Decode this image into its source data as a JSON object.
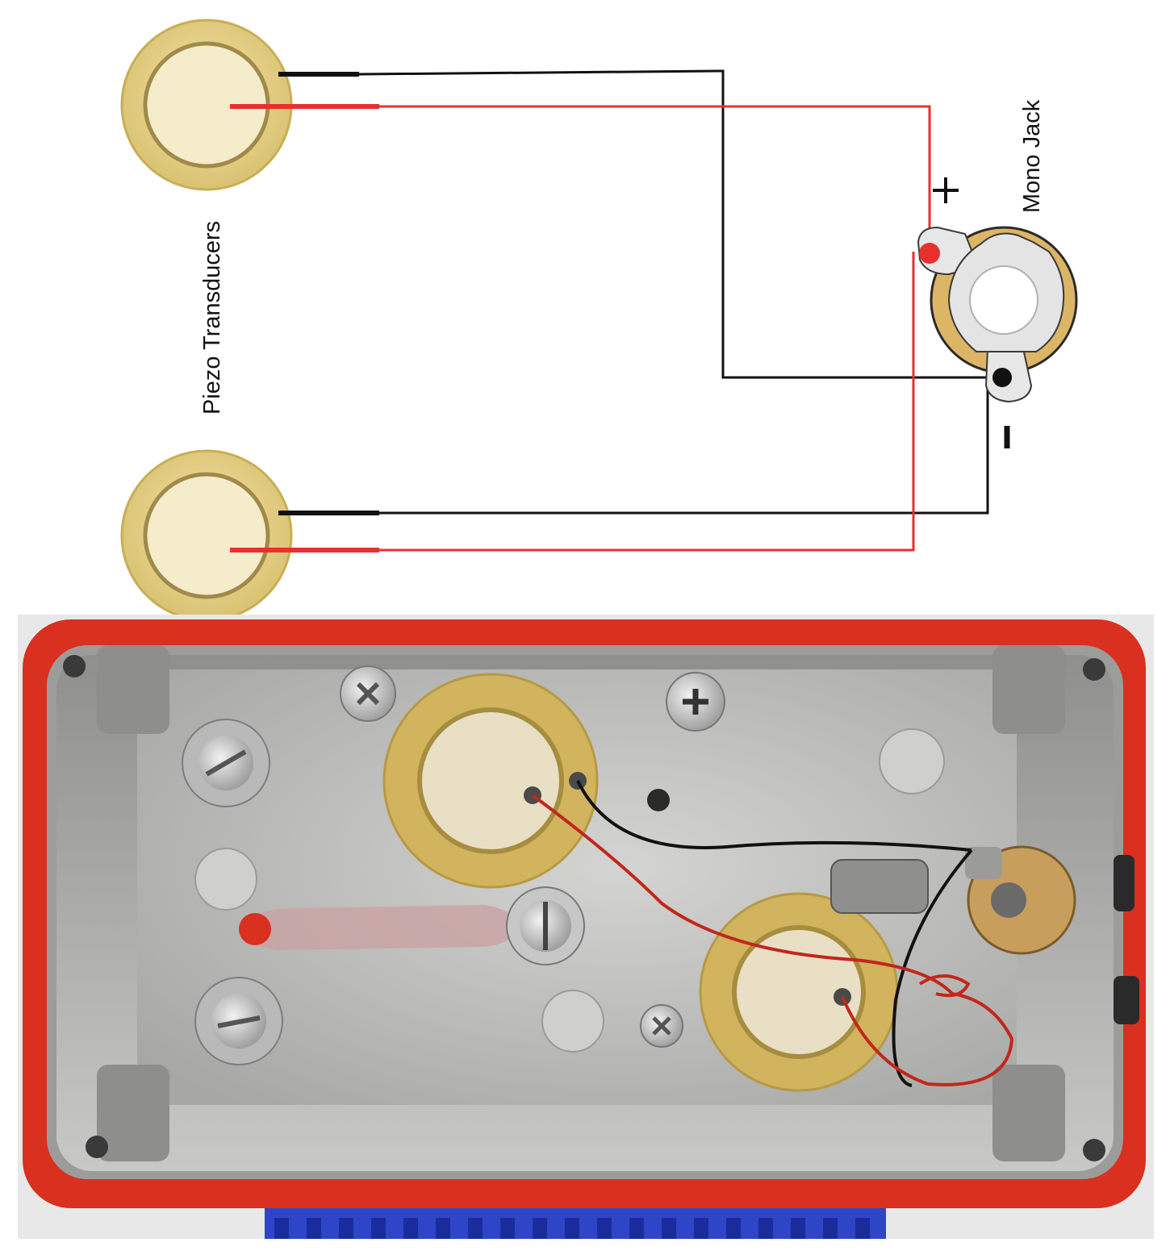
{
  "diagram": {
    "piezo_label": "Piezo Transducers",
    "jack_label": "Mono Jack",
    "plus_symbol": "+",
    "minus_symbol": "-"
  },
  "colors": {
    "wire_positive": "#e8302e",
    "wire_negative": "#111111",
    "piezo_brass": "#e6d28e",
    "piezo_ceramic": "#f4eccb",
    "enclosure_red": "#d9301f",
    "enclosure_metal": "#b9b9b9"
  },
  "photo": {
    "subject": "photo-enclosure-wiring"
  }
}
